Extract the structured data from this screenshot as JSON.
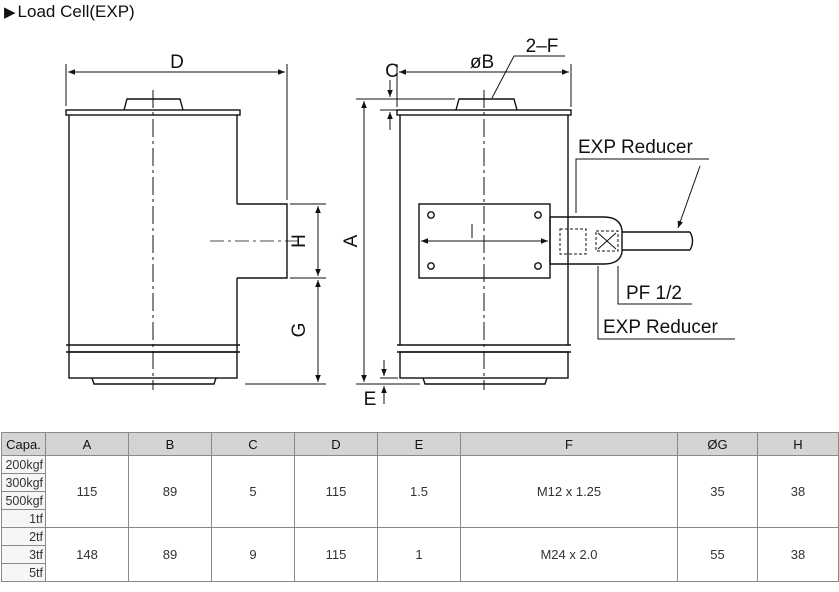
{
  "title": "Load Cell(EXP)",
  "labels": {
    "D": "D",
    "C": "C",
    "B": "øB",
    "F": "2–F",
    "H": "H",
    "G": "G",
    "A": "A",
    "E": "E",
    "I": "I",
    "reducer_top": "EXP Reducer",
    "pf": "PF 1/2",
    "reducer_bottom": "EXP Reducer"
  },
  "table": {
    "headers": [
      "Capa.",
      "A",
      "B",
      "C",
      "D",
      "E",
      "F",
      "ØG",
      "H"
    ],
    "groups": [
      {
        "capacities": [
          "200kgf",
          "300kgf",
          "500kgf",
          "1tf"
        ],
        "values": [
          "115",
          "89",
          "5",
          "115",
          "1.5",
          "M12 x 1.25",
          "35",
          "38"
        ]
      },
      {
        "capacities": [
          "2tf",
          "3tf",
          "5tf"
        ],
        "values": [
          "148",
          "89",
          "9",
          "115",
          "1",
          "M24 x 2.0",
          "55",
          "38"
        ]
      }
    ]
  }
}
